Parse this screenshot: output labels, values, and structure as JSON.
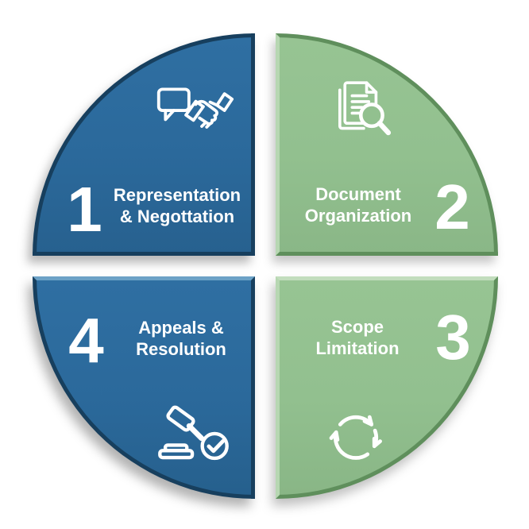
{
  "diagram": {
    "kind": "four-quadrant process wheel",
    "background": "#ffffff",
    "text_color": "#ffffff",
    "colors": {
      "blue_fill": "#2b699b",
      "blue_edge": "#173f5e",
      "blue_highlight": "#6ba1c6",
      "green_fill": "#92c08f",
      "green_edge": "#5f8f5c",
      "green_highlight": "#b7d7b2"
    },
    "quadrants": [
      {
        "position": "top-left",
        "number": "1",
        "line1": "Representation",
        "line2": "& Negottation",
        "label": "Representation & Negottation",
        "icon": "speech-bubble-handshake-icon",
        "fill": "#2b699b",
        "edge": "#173f5e"
      },
      {
        "position": "top-right",
        "number": "2",
        "line1": "Document",
        "line2": "Organization",
        "label": "Document Organization",
        "icon": "document-search-icon",
        "fill": "#92c08f",
        "edge": "#5f8f5c"
      },
      {
        "position": "bottom-right",
        "number": "3",
        "line1": "Scope",
        "line2": "Limitation",
        "label": "Scope Limitation",
        "icon": "cycle-arrows-icon",
        "fill": "#92c08f",
        "edge": "#5f8f5c"
      },
      {
        "position": "bottom-left",
        "number": "4",
        "line1": "Appeals &",
        "line2": "Resolution",
        "label": "Appeals & Resolution",
        "icon": "gavel-checkmark-icon",
        "fill": "#2b699b",
        "edge": "#173f5e"
      }
    ]
  }
}
